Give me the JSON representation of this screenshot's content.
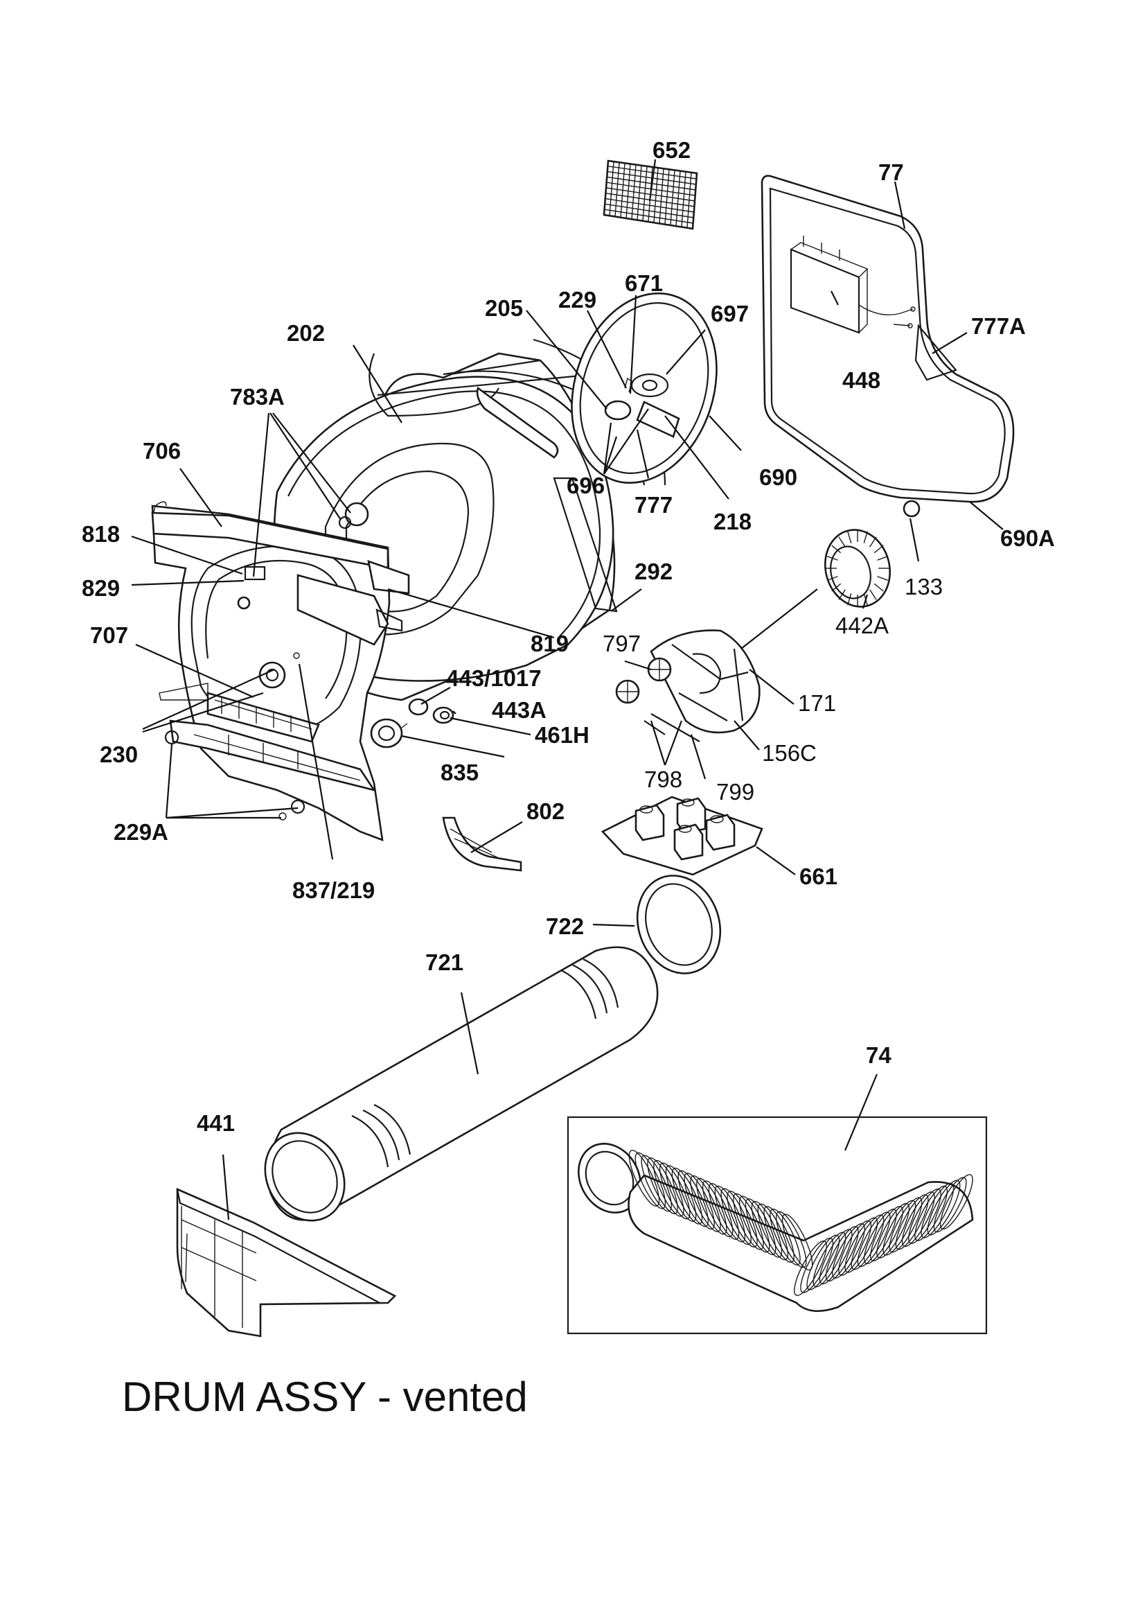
{
  "title": "DRUM ASSY - vented",
  "labels": {
    "l652": "652",
    "l77": "77",
    "l671": "671",
    "l205": "205",
    "l229": "229",
    "l697": "697",
    "l202": "202",
    "l777A": "777A",
    "l448": "448",
    "l783A": "783A",
    "l706": "706",
    "l690": "690",
    "l696": "696",
    "l777": "777",
    "l218": "218",
    "l690A": "690A",
    "l818": "818",
    "l133": "133",
    "l292": "292",
    "l829": "829",
    "l442A": "442A",
    "l707": "707",
    "l819": "819",
    "l797": "797",
    "l443_1017": "443/1017",
    "l171": "171",
    "l443A": "443A",
    "l461H": "461H",
    "l230": "230",
    "l156C": "156C",
    "l835": "835",
    "l798": "798",
    "l799": "799",
    "l229A": "229A",
    "l802": "802",
    "l661": "661",
    "l837_219": "837/219",
    "l722": "722",
    "l721": "721",
    "l74": "74",
    "l441": "441"
  }
}
